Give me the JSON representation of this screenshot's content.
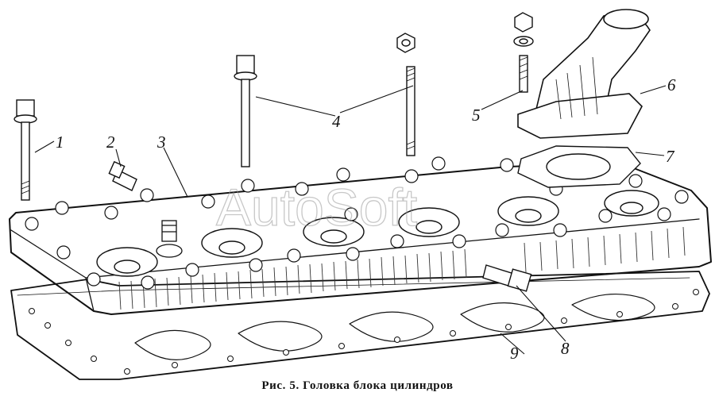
{
  "figure": {
    "caption": "Рис. 5. Головка блока цилиндров",
    "watermark": "AutoSoft",
    "callouts": [
      "1",
      "2",
      "3",
      "4",
      "5",
      "6",
      "7",
      "8",
      "9"
    ]
  },
  "colors": {
    "ink": "#111111",
    "paper": "#ffffff",
    "watermark": "#9a9a9a"
  }
}
